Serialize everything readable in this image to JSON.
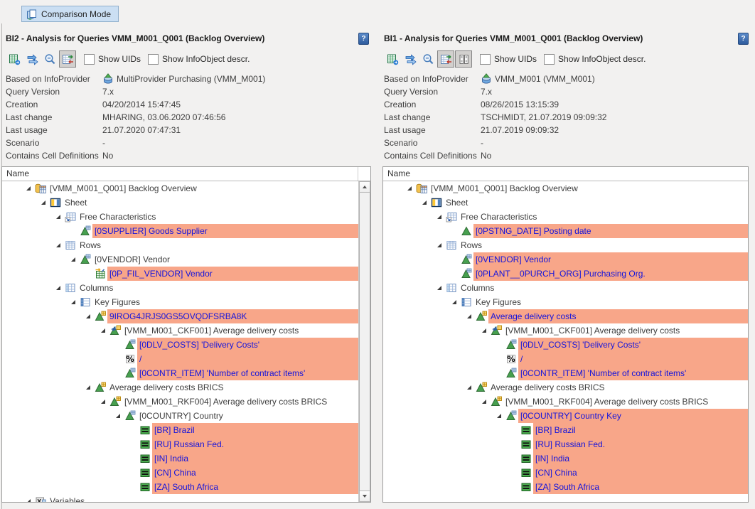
{
  "comparison_button": {
    "label": "Comparison Mode"
  },
  "colors": {
    "highlight": "#F8A689",
    "link_blue": "#1414DC",
    "button_bg": "#CBDFF3",
    "page_bg": "#F2F1F0",
    "pressed_button_bg": "#D2D0CE"
  },
  "panels": [
    {
      "title": "BI2 - Analysis for Queries VMM_M001_Q001 (Backlog Overview)",
      "help": "?",
      "toolbar": {
        "icons": [
          {
            "icon": "excel",
            "name": "export-excel-button",
            "pressed": false
          },
          {
            "icon": "swap",
            "name": "transfer-button",
            "pressed": false
          },
          {
            "icon": "zoomout",
            "name": "zoom-out-button",
            "pressed": false
          },
          {
            "icon": "tablesync",
            "name": "show-differences-toggle",
            "pressed": true
          }
        ],
        "checkboxes": [
          {
            "label": "Show UIDs",
            "name": "show-uids-checkbox"
          },
          {
            "label": "Show InfoObject descr.",
            "name": "show-infoobject-descr-checkbox"
          }
        ]
      },
      "info": {
        "rows": [
          {
            "label": "Based on InfoProvider",
            "value": "MultiProvider Purchasing (VMM_M001)",
            "provider_icon": true
          },
          {
            "label": "Query Version",
            "value": "7.x"
          },
          {
            "label": "Creation",
            "value": "04/20/2014 15:47:45"
          },
          {
            "label": "Last change",
            "value": "MHARING, 03.06.2020 07:46:56"
          },
          {
            "label": "Last usage",
            "value": "21.07.2020 07:47:31"
          },
          {
            "label": "Scenario",
            "value": "-"
          },
          {
            "label": "Contains Cell Definitions",
            "value": "No"
          }
        ]
      },
      "tree": {
        "header": "Name",
        "rows": [
          {
            "level": 1,
            "expander": true,
            "icon": "query",
            "text": "[VMM_M001_Q001] Backlog Overview",
            "hl": false
          },
          {
            "level": 2,
            "expander": true,
            "icon": "sheet",
            "text": "Sheet",
            "hl": false
          },
          {
            "level": 3,
            "expander": true,
            "icon": "freechar",
            "text": "Free Characteristics",
            "hl": false
          },
          {
            "level": 4,
            "expander": false,
            "icon": "char",
            "text": "[0SUPPLIER] Goods Supplier",
            "hl": true
          },
          {
            "level": 3,
            "expander": true,
            "icon": "rows",
            "text": "Rows",
            "hl": false
          },
          {
            "level": 4,
            "expander": true,
            "icon": "char",
            "text": "[0VENDOR] Vendor",
            "hl": false
          },
          {
            "level": 5,
            "expander": false,
            "icon": "var",
            "text": "[0P_FIL_VENDOR] Vendor",
            "hl": true
          },
          {
            "level": 3,
            "expander": true,
            "icon": "columns",
            "text": "Columns",
            "hl": false
          },
          {
            "level": 4,
            "expander": true,
            "icon": "keyfig",
            "text": "Key Figures",
            "hl": false
          },
          {
            "level": 5,
            "expander": true,
            "icon": "struct",
            "text": "9IROG4JRJS0GS5OVQDFSRBA8K",
            "hl": true
          },
          {
            "level": 6,
            "expander": true,
            "icon": "ckf",
            "text": "[VMM_M001_CKF001] Average delivery costs",
            "hl": false
          },
          {
            "level": 7,
            "expander": false,
            "icon": "char",
            "text": "[0DLV_COSTS] 'Delivery Costs'",
            "hl": true
          },
          {
            "level": 7,
            "expander": false,
            "icon": "oper",
            "text": "/",
            "hl": true
          },
          {
            "level": 7,
            "expander": false,
            "icon": "char",
            "text": "[0CONTR_ITEM] 'Number of contract items'",
            "hl": true
          },
          {
            "level": 5,
            "expander": true,
            "icon": "struct",
            "text": "Average delivery costs BRICS",
            "hl": false
          },
          {
            "level": 6,
            "expander": true,
            "icon": "struct",
            "text": "[VMM_M001_RKF004] Average delivery costs BRICS",
            "hl": false
          },
          {
            "level": 7,
            "expander": true,
            "icon": "char",
            "text": "[0COUNTRY] Country",
            "hl": false
          },
          {
            "level": 8,
            "expander": false,
            "icon": "value",
            "text": "[BR] Brazil",
            "hl": true
          },
          {
            "level": 8,
            "expander": false,
            "icon": "value",
            "text": "[RU] Russian Fed.",
            "hl": true
          },
          {
            "level": 8,
            "expander": false,
            "icon": "value",
            "text": "[IN] India",
            "hl": true
          },
          {
            "level": 8,
            "expander": false,
            "icon": "value",
            "text": "[CN] China",
            "hl": true
          },
          {
            "level": 8,
            "expander": false,
            "icon": "value",
            "text": "[ZA] South Africa",
            "hl": true
          },
          {
            "level": 1,
            "expander": true,
            "icon": "varfolder",
            "text": "Variables",
            "hl": false
          }
        ]
      }
    },
    {
      "title": "BI1 - Analysis for Queries VMM_M001_Q001 (Backlog Overview)",
      "help": "?",
      "toolbar": {
        "icons": [
          {
            "icon": "excel",
            "name": "export-excel-button",
            "pressed": false
          },
          {
            "icon": "swap",
            "name": "transfer-button",
            "pressed": false
          },
          {
            "icon": "zoomout",
            "name": "zoom-out-button",
            "pressed": false
          },
          {
            "icon": "tablesync",
            "name": "show-differences-toggle",
            "pressed": true
          },
          {
            "icon": "grid2",
            "name": "compare-columns-toggle",
            "pressed": true
          }
        ],
        "checkboxes": [
          {
            "label": "Show UIDs",
            "name": "show-uids-checkbox"
          },
          {
            "label": "Show InfoObject descr.",
            "name": "show-infoobject-descr-checkbox"
          }
        ]
      },
      "info": {
        "rows": [
          {
            "label": "Based on InfoProvider",
            "value": "VMM_M001 (VMM_M001)",
            "provider_icon": true
          },
          {
            "label": "Query Version",
            "value": "7.x"
          },
          {
            "label": "Creation",
            "value": "08/26/2015 13:15:39"
          },
          {
            "label": "Last change",
            "value": "TSCHMIDT, 21.07.2019 09:09:32"
          },
          {
            "label": "Last usage",
            "value": "21.07.2019 09:09:32"
          },
          {
            "label": "Scenario",
            "value": "-"
          },
          {
            "label": "Contains Cell Definitions",
            "value": "No"
          }
        ]
      },
      "tree": {
        "header": "Name",
        "rows": [
          {
            "level": 1,
            "expander": true,
            "icon": "query",
            "text": "[VMM_M001_Q001] Backlog Overview",
            "hl": false
          },
          {
            "level": 2,
            "expander": true,
            "icon": "sheet",
            "text": "Sheet",
            "hl": false
          },
          {
            "level": 3,
            "expander": true,
            "icon": "freechar",
            "text": "Free Characteristics",
            "hl": false
          },
          {
            "level": 4,
            "expander": false,
            "icon": "tri",
            "text": "[0PSTNG_DATE] Posting date",
            "hl": true
          },
          {
            "level": 3,
            "expander": true,
            "icon": "rows",
            "text": "Rows",
            "hl": false
          },
          {
            "level": 4,
            "expander": false,
            "icon": "char",
            "text": "[0VENDOR] Vendor",
            "hl": true
          },
          {
            "level": 4,
            "expander": false,
            "icon": "char",
            "text": "[0PLANT__0PURCH_ORG] Purchasing Org.",
            "hl": true
          },
          {
            "level": 3,
            "expander": true,
            "icon": "columns",
            "text": "Columns",
            "hl": false
          },
          {
            "level": 4,
            "expander": true,
            "icon": "keyfig",
            "text": "Key Figures",
            "hl": false
          },
          {
            "level": 5,
            "expander": true,
            "icon": "struct",
            "text": "Average delivery costs",
            "hl": true
          },
          {
            "level": 6,
            "expander": true,
            "icon": "ckf",
            "text": "[VMM_M001_CKF001] Average delivery costs",
            "hl": false
          },
          {
            "level": 7,
            "expander": false,
            "icon": "char",
            "text": "[0DLV_COSTS] 'Delivery Costs'",
            "hl": true
          },
          {
            "level": 7,
            "expander": false,
            "icon": "oper",
            "text": "/",
            "hl": true
          },
          {
            "level": 7,
            "expander": false,
            "icon": "char",
            "text": "[0CONTR_ITEM] 'Number of contract items'",
            "hl": true
          },
          {
            "level": 5,
            "expander": true,
            "icon": "struct",
            "text": "Average delivery costs BRICS",
            "hl": false
          },
          {
            "level": 6,
            "expander": true,
            "icon": "struct",
            "text": "[VMM_M001_RKF004] Average delivery costs BRICS",
            "hl": false
          },
          {
            "level": 7,
            "expander": true,
            "icon": "char",
            "text": "[0COUNTRY] Country Key",
            "hl": true
          },
          {
            "level": 8,
            "expander": false,
            "icon": "value",
            "text": "[BR] Brazil",
            "hl": true
          },
          {
            "level": 8,
            "expander": false,
            "icon": "value",
            "text": "[RU] Russian Fed.",
            "hl": true
          },
          {
            "level": 8,
            "expander": false,
            "icon": "value",
            "text": "[IN] India",
            "hl": true
          },
          {
            "level": 8,
            "expander": false,
            "icon": "value",
            "text": "[CN] China",
            "hl": true
          },
          {
            "level": 8,
            "expander": false,
            "icon": "value",
            "text": "[ZA] South Africa",
            "hl": true
          }
        ]
      }
    }
  ]
}
